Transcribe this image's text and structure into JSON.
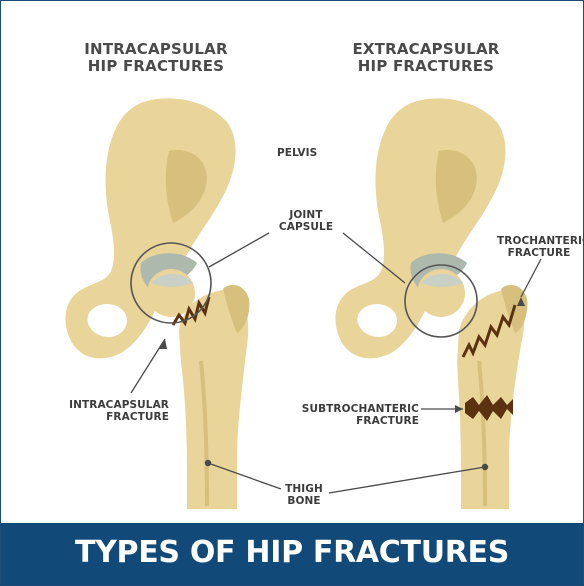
{
  "titles": {
    "left_line1": "INTRACAPSULAR",
    "left_line2": "HIP FRACTURES",
    "right_line1": "EXTRACAPSULAR",
    "right_line2": "HIP FRACTURES"
  },
  "labels": {
    "pelvis": "PELVIS",
    "joint_capsule_1": "JOINT",
    "joint_capsule_2": "CAPSULE",
    "trochanteric_1": "TROCHANTERIC",
    "trochanteric_2": "FRACTURE",
    "intracapsular_1": "INTRACAPSULAR",
    "intracapsular_2": "FRACTURE",
    "subtrochanteric_1": "SUBTROCHANTERIC",
    "subtrochanteric_2": "FRACTURE",
    "thigh_bone_1": "THIGH",
    "thigh_bone_2": "BONE"
  },
  "banner": {
    "title": "TYPES OF HIP FRACTURES"
  },
  "colors": {
    "bone": "#e9d49a",
    "bone_shadow": "#d7bf7e",
    "cartilage": "#aeb9ae",
    "fracture": "#5a3210",
    "banner": "#114a78",
    "frame": "#1d4d78"
  }
}
